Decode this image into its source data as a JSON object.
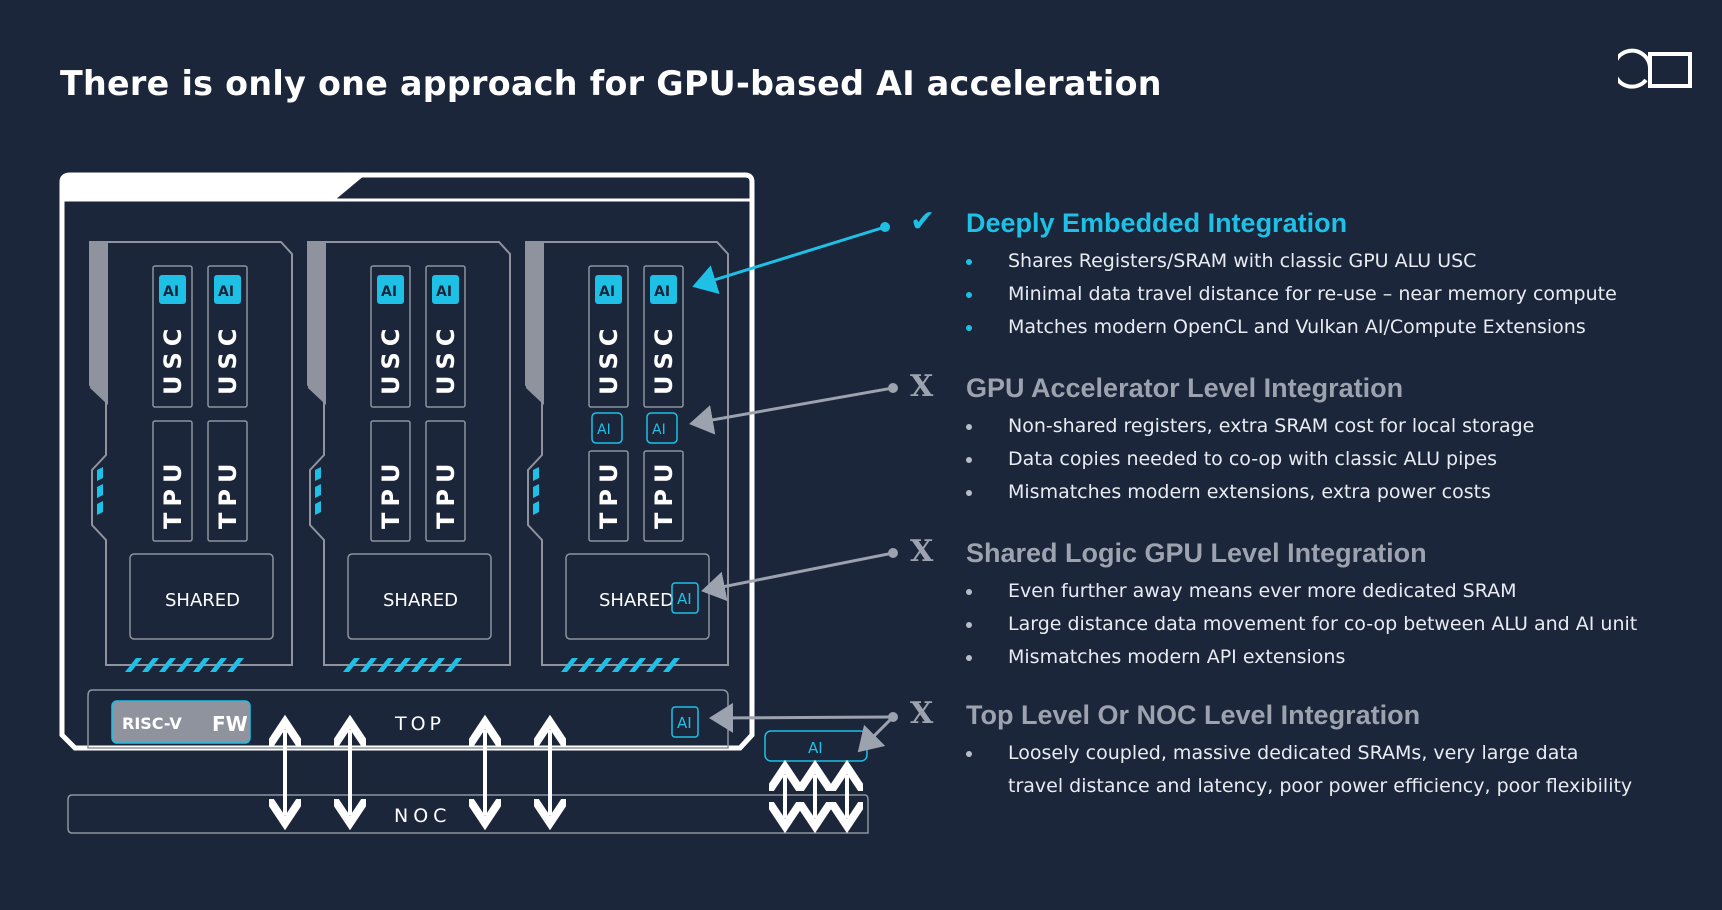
{
  "slide": {
    "title": "There is only one approach for GPU-based AI acceleration",
    "logo_icon": "circle-square-logo-icon"
  },
  "colors": {
    "background": "#1b263b",
    "accent": "#1ec0e6",
    "muted": "#9ca3af",
    "outline": "#8e939e",
    "text": "#ffffff"
  },
  "diagram": {
    "clusters": [
      {
        "usc": [
          "USC",
          "USC"
        ],
        "tpu": [
          "TPU",
          "TPU"
        ],
        "usc_ai": [
          "AI",
          "AI"
        ],
        "shared": "SHARED"
      },
      {
        "usc": [
          "USC",
          "USC"
        ],
        "tpu": [
          "TPU",
          "TPU"
        ],
        "usc_ai": [
          "AI",
          "AI"
        ],
        "shared": "SHARED"
      },
      {
        "usc": [
          "USC",
          "USC"
        ],
        "tpu": [
          "TPU",
          "TPU"
        ],
        "usc_ai": [
          "AI",
          "AI"
        ],
        "mid_ai": [
          "AI",
          "AI"
        ],
        "shared": "SHARED",
        "shared_ai": "AI"
      }
    ],
    "top_label": "TOP",
    "top_ai": "AI",
    "risc_v_label": "RISC-V",
    "fw_label": "FW",
    "noc_label": "NOC",
    "noc_ai": "AI"
  },
  "approaches": [
    {
      "status": "check",
      "mark": "✔",
      "title": "Deeply Embedded Integration",
      "bullets": [
        "Shares Registers/SRAM with classic GPU ALU USC",
        "Minimal data travel distance for re-use – near memory compute",
        "Matches modern OpenCL and Vulkan AI/Compute Extensions"
      ]
    },
    {
      "status": "cross",
      "mark": "X",
      "title": "GPU Accelerator Level Integration",
      "bullets": [
        "Non-shared registers, extra SRAM cost for local storage",
        "Data copies needed to co-op with classic ALU pipes",
        "Mismatches modern extensions, extra power costs"
      ]
    },
    {
      "status": "cross",
      "mark": "X",
      "title": "Shared Logic GPU Level Integration",
      "bullets": [
        "Even further away means ever more dedicated SRAM",
        "Large distance data movement for co-op between ALU and AI unit",
        "Mismatches modern API extensions"
      ]
    },
    {
      "status": "cross",
      "mark": "X",
      "title": "Top Level Or NOC Level Integration",
      "bullets": [
        "Loosely coupled, massive dedicated SRAMs, very large data",
        "travel distance and latency, poor power efficiency, poor flexibility"
      ]
    }
  ]
}
